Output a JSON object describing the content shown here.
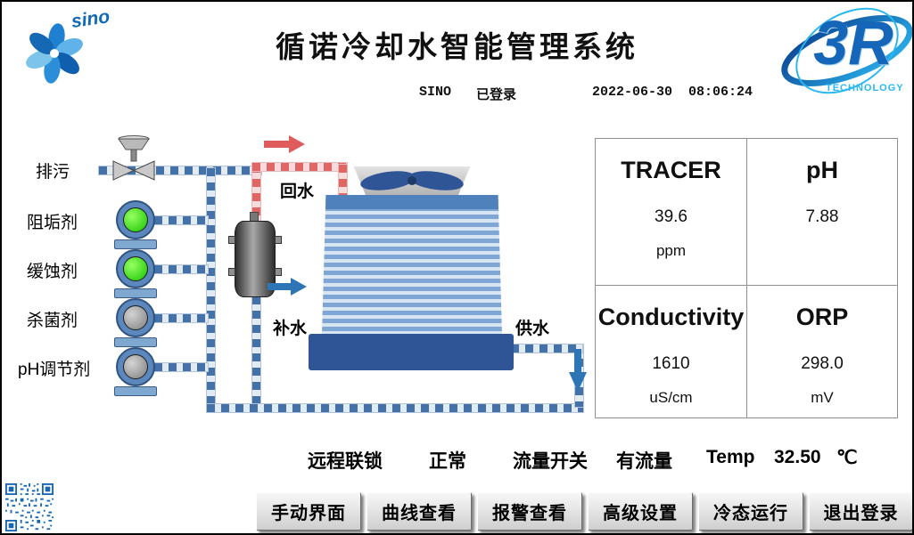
{
  "header": {
    "logo_text": "sino",
    "title": "循诺冷却水智能管理系统",
    "brand_name": "3R",
    "brand_sub": "TECHNOLOGY",
    "user": "SINO",
    "login_status": "已登录",
    "datetime": "2022-06-30  08:06:24"
  },
  "diagram": {
    "chemical_labels": [
      "排污",
      "阻垢剂",
      "缓蚀剂",
      "杀菌剂",
      "pH调节剂"
    ],
    "water_labels": {
      "return": "回水",
      "makeup": "补水",
      "supply": "供水"
    }
  },
  "pump_states": [
    "on",
    "on",
    "off",
    "off"
  ],
  "measurements": [
    {
      "name": "TRACER",
      "value": "39.6",
      "unit": "ppm"
    },
    {
      "name": "pH",
      "value": "7.88",
      "unit": ""
    },
    {
      "name": "Conductivity",
      "value": "1610",
      "unit": "uS/cm"
    },
    {
      "name": "ORP",
      "value": "298.0",
      "unit": "mV"
    }
  ],
  "status_bar": {
    "remote_interlock_label": "远程联锁",
    "remote_interlock_value": "正常",
    "flow_switch_label": "流量开关",
    "flow_switch_value": "有流量",
    "temp_label": "Temp",
    "temp_value": "32.50",
    "temp_unit": "℃"
  },
  "buttons": [
    {
      "label": "手动界面"
    },
    {
      "label": "曲线查看"
    },
    {
      "label": "报警查看"
    },
    {
      "label": "高级设置"
    },
    {
      "label": "冷态运行"
    },
    {
      "label": "退出登录"
    }
  ],
  "colors": {
    "pipe_blue": "#4472a8",
    "pipe_red": "#e06666",
    "tower_blue": "#4f81bd",
    "basin_blue": "#2f5597",
    "pump_running": "#2ecc00",
    "pump_stopped": "#9a9a9a",
    "brand_blue": "#1b75bc",
    "brand_cyan": "#29b8ef"
  }
}
